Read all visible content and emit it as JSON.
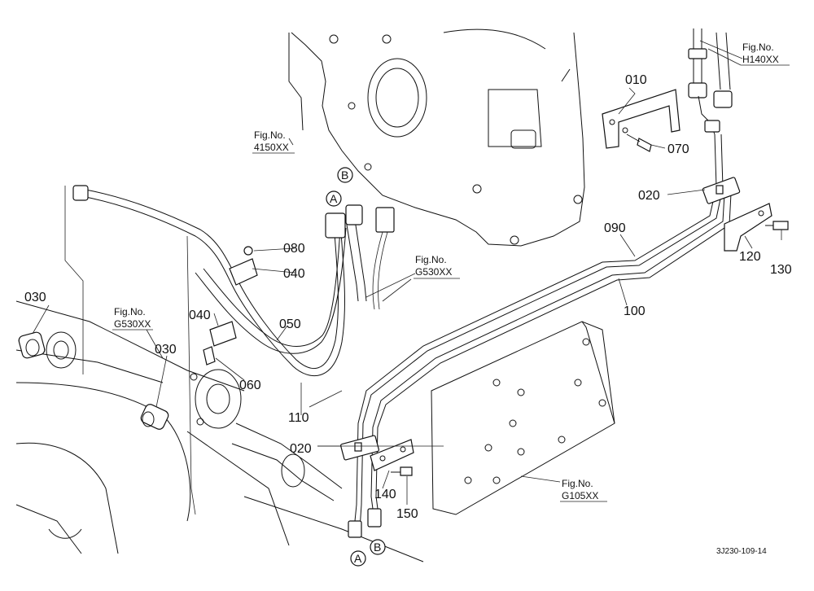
{
  "callouts": {
    "c010": "010",
    "c020a": "020",
    "c020b": "020",
    "c030a": "030",
    "c030b": "030",
    "c040a": "040",
    "c040b": "040",
    "c050": "050",
    "c060": "060",
    "c070": "070",
    "c080": "080",
    "c090": "090",
    "c100": "100",
    "c110": "110",
    "c120": "120",
    "c130": "130",
    "c140": "140",
    "c150": "150"
  },
  "refs": {
    "h140_label": "Fig.No.",
    "h140_code": "H140XX",
    "f4150_label": "Fig.No.",
    "f4150_code": "4150XX",
    "g530a_label": "Fig.No.",
    "g530a_code": "G530XX",
    "g530b_label": "Fig.No.",
    "g530b_code": "G530XX",
    "g105_label": "Fig.No.",
    "g105_code": "G105XX"
  },
  "markers": {
    "a1": "A",
    "b1": "B",
    "a2": "A",
    "b2": "B"
  },
  "drawing_code": "3J230-109-14"
}
